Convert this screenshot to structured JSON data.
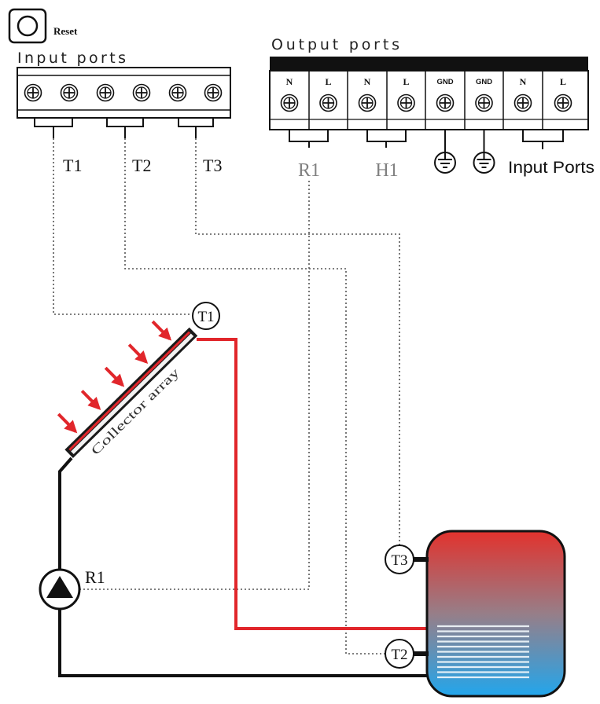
{
  "controller": {
    "reset_label": "Reset",
    "input_ports": {
      "title": "Input ports",
      "sensor_labels": [
        "T1",
        "T2",
        "T3"
      ]
    },
    "output_ports": {
      "title": "Output ports",
      "terminal_labels": [
        "N",
        "L",
        "N",
        "L",
        "GND",
        "GND",
        "N",
        "L"
      ],
      "group_labels": {
        "r1": "R1",
        "h1": "H1",
        "input_ports": "Input Ports"
      }
    }
  },
  "system": {
    "collector_label": "Collector array",
    "sensors": {
      "t1": "T1",
      "t2": "T2",
      "t3": "T3"
    },
    "pump_label": "R1"
  },
  "colors": {
    "flow_pipe": "#e1262b",
    "return_pipe": "#111111",
    "sun_arrows": "#e1262b",
    "signal_wire": "#555555",
    "tank_top": "#e2322d",
    "tank_mid": "#977e88",
    "tank_bottom": "#22a6ec",
    "output_label_gray": "#808080"
  }
}
